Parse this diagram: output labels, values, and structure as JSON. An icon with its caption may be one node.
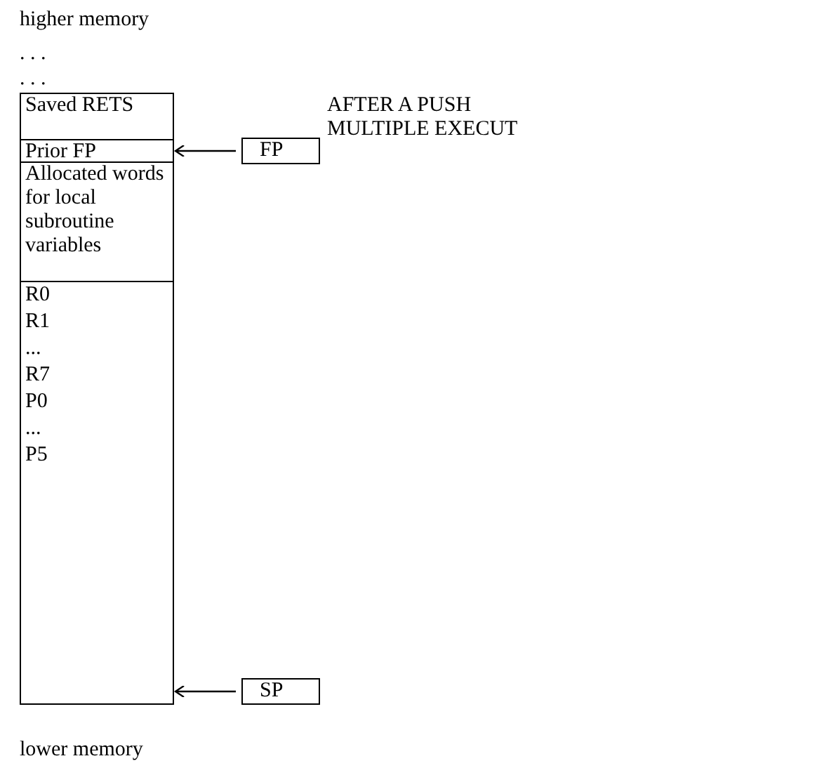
{
  "diagram": {
    "nodes": [
      {
        "text": [
          "Saved RETS"
        ]
      },
      {
        "text": [
          "Prior FP"
        ]
      },
      {
        "text": [
          "Allocated words for local subroutine variables"
        ]
      },
      {
        "text": [
          "R0",
          "R1",
          "...",
          "R7",
          "P0",
          "...",
          "P5"
        ]
      },
      {
        "text": [
          "FP"
        ]
      },
      {
        "text": [
          "SP"
        ]
      }
    ],
    "edges": [
      {
        "from": 4,
        "to": 1,
        "arrow": "to"
      },
      {
        "from": 5,
        "to": 3,
        "arrow": "to"
      }
    ],
    "labels": [
      "higher memory",
      ". . .",
      ". . .",
      "AFTER A PUSH MULTIPLE EXECUT",
      "lower memory"
    ]
  }
}
